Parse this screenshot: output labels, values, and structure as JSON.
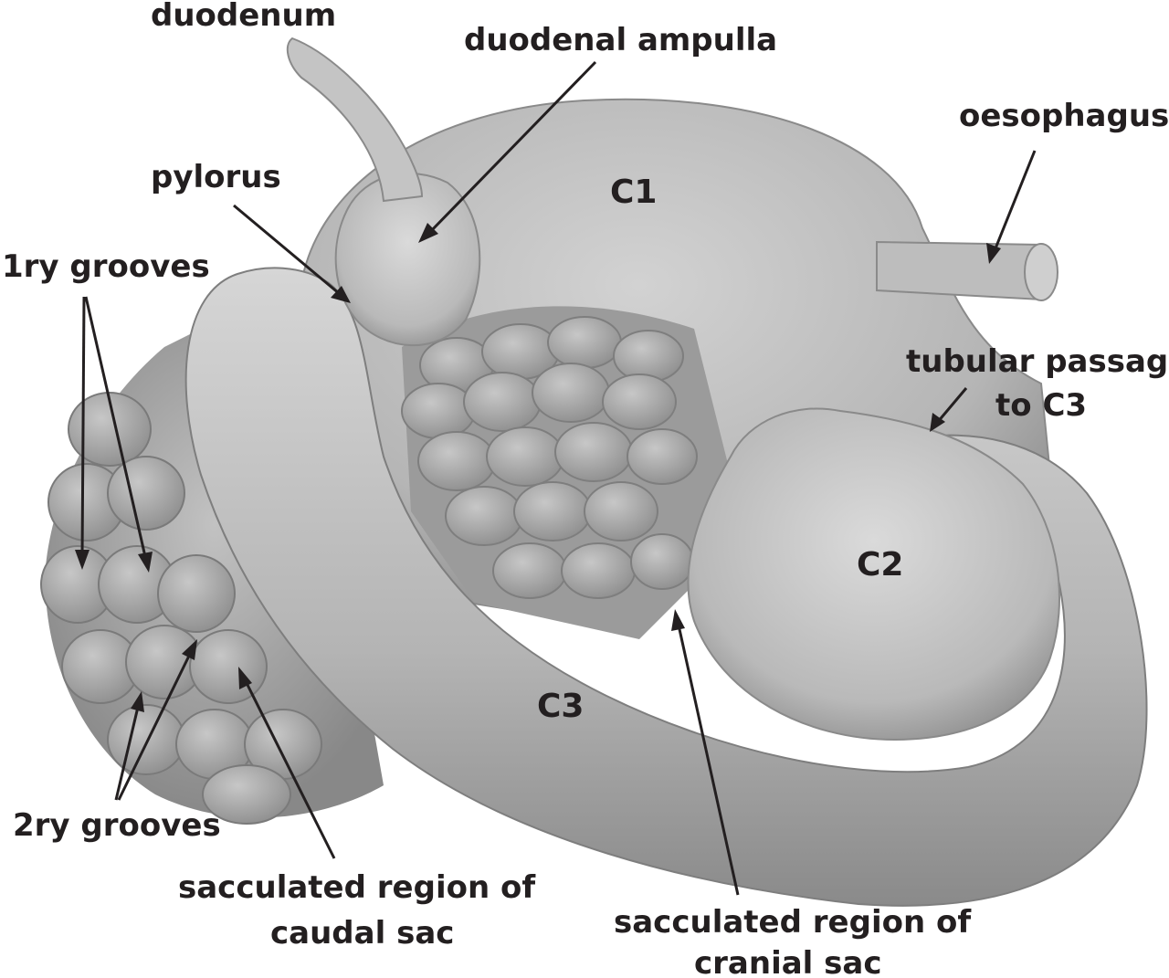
{
  "labels": {
    "duodenum": "duodenum",
    "duodenal_ampulla": "duodenal ampulla",
    "oesophagus": "oesophagus",
    "pylorus": "pylorus",
    "c1": "C1",
    "primary_grooves": "1ry grooves",
    "tubular_passage_line1": "tubular passage",
    "tubular_passage_line2": "to C3",
    "c2": "C2",
    "c3": "C3",
    "secondary_grooves": "2ry grooves",
    "caudal_sac_line1": "sacculated region of",
    "caudal_sac_line2": "caudal sac",
    "cranial_sac_line1": "sacculated region of",
    "cranial_sac_line2": "cranial sac"
  },
  "colors": {
    "text": "#231f20",
    "organ_light": "#c9c9c9",
    "organ_mid": "#a8a8a8",
    "organ_dark": "#7a7a7a",
    "background": "#ffffff"
  }
}
